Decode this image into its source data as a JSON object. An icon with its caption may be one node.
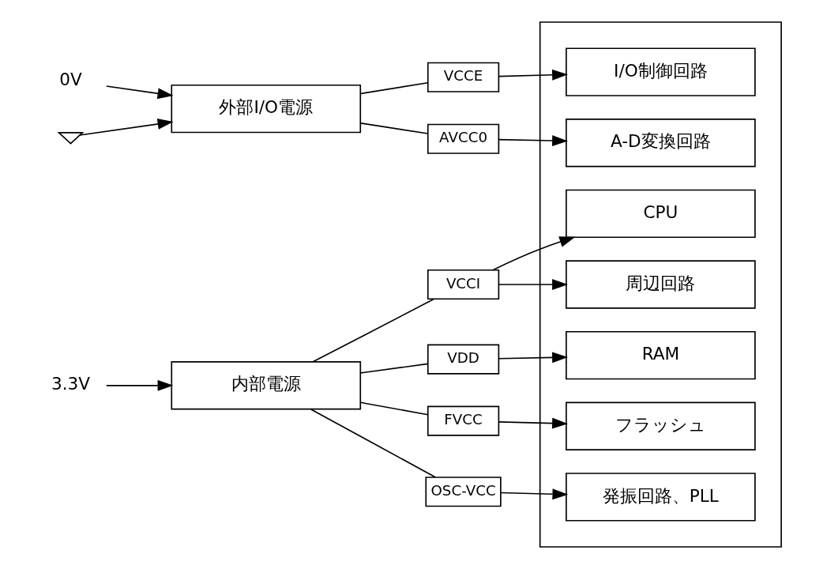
{
  "diagram": {
    "nodes": [
      {
        "text": [],
        "shape": "box"
      },
      {
        "text": [
          "0V"
        ]
      },
      {
        "text": [
          "外部I/O電源"
        ]
      },
      {
        "text": [],
        "shape": "ground"
      },
      {
        "text": [
          "VCCE"
        ]
      },
      {
        "text": [
          "I/O制御回路"
        ],
        "in": 0
      },
      {
        "text": [
          "AVCC0"
        ]
      },
      {
        "text": [
          "A-D変換回路"
        ],
        "in": 0
      },
      {
        "text": [
          "3.3V"
        ]
      },
      {
        "text": [
          "内部電源"
        ]
      },
      {
        "text": [
          "VCCI"
        ]
      },
      {
        "text": [
          "CPU"
        ],
        "in": 0
      },
      {
        "text": [
          "周辺回路"
        ],
        "in": 0
      },
      {
        "text": [
          "VDD"
        ]
      },
      {
        "text": [
          "RAM"
        ],
        "in": 0
      },
      {
        "text": [
          "FVCC"
        ]
      },
      {
        "text": [
          "フラッシュ"
        ],
        "in": 0
      },
      {
        "text": [
          "OSC-VCC"
        ]
      },
      {
        "text": [
          "発振回路、PLL"
        ],
        "in": 0
      }
    ],
    "edges": [
      {
        "from": 1,
        "to": 2,
        "arrow": "to"
      },
      {
        "from": 3,
        "to": 2,
        "arrow": "to"
      },
      {
        "from": 2,
        "to": 4,
        "arrow": "none"
      },
      {
        "from": 2,
        "to": 6,
        "arrow": "none"
      },
      {
        "from": 4,
        "to": 5,
        "arrow": "to"
      },
      {
        "from": 6,
        "to": 7,
        "arrow": "to"
      },
      {
        "from": 8,
        "to": 9,
        "arrow": "to"
      },
      {
        "from": 9,
        "to": 10,
        "arrow": "none"
      },
      {
        "from": 9,
        "to": 13,
        "arrow": "none"
      },
      {
        "from": 9,
        "to": 15,
        "arrow": "none"
      },
      {
        "from": 9,
        "to": 17,
        "arrow": "none"
      },
      {
        "from": 10,
        "to": 11,
        "arrow": "to"
      },
      {
        "from": 10,
        "to": 12,
        "arrow": "to"
      },
      {
        "from": 13,
        "to": 14,
        "arrow": "to"
      },
      {
        "from": 15,
        "to": 16,
        "arrow": "to"
      },
      {
        "from": 17,
        "to": 18,
        "arrow": "to"
      }
    ]
  }
}
